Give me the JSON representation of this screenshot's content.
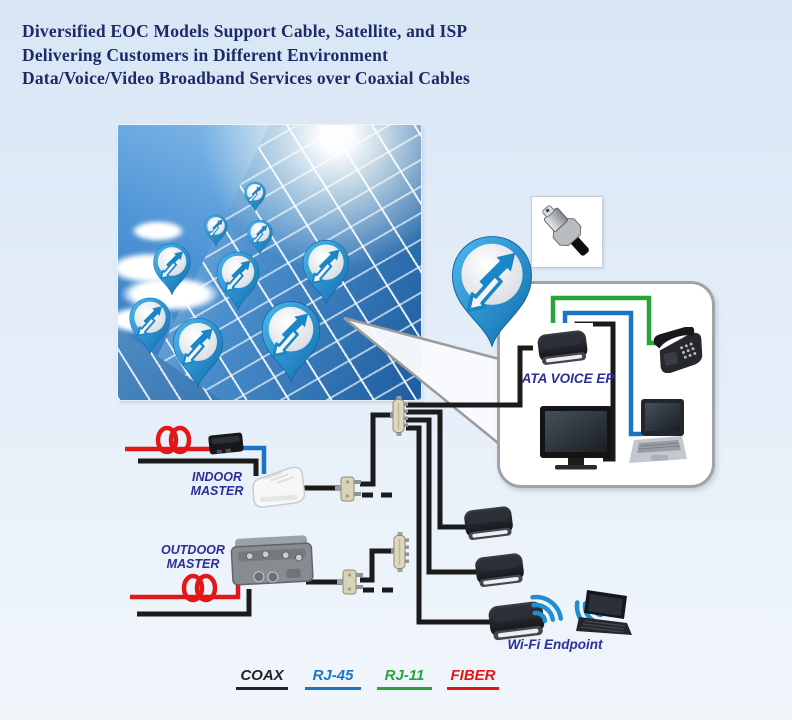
{
  "title": {
    "lines": [
      "Diversified EOC Models Support Cable, Satellite, and ISP",
      "Delivering Customers in Different Environment",
      "Data/Voice/Video Broadband Services over Coaxial Cables"
    ]
  },
  "devices": {
    "indoor_master": {
      "line1": "INDOOR",
      "line2": "MASTER"
    },
    "outdoor_master": {
      "line1": "OUTDOOR",
      "line2": "MASTER"
    },
    "ata_label": "ATA VOICE EP",
    "wifi_label": "Wi-Fi  Endpoint"
  },
  "legend": {
    "items": [
      {
        "label": "COAX",
        "color": "#222428"
      },
      {
        "label": "RJ-45",
        "color": "#1c74c8"
      },
      {
        "label": "RJ-11",
        "color": "#27a53a"
      },
      {
        "label": "FIBER",
        "color": "#e31515"
      }
    ]
  },
  "icons": {
    "location_pin": "blue map pin with transfer arrows",
    "coax_connector": "F-type coax connector",
    "wifi_signal": "blue wireless signal arcs",
    "desk_phone": "black desk telephone",
    "tv": "flat screen television",
    "laptop": "notebook computer"
  },
  "colors": {
    "background_top": "#d8e6f5",
    "title_navy": "#1c2b66",
    "label_blue": "#2a2e96",
    "pin_blue": "#1f8fd0",
    "coax_line": "#1b1b1b",
    "rj45_line": "#1c74c8",
    "rj11_line": "#27a53a",
    "fiber_line": "#e21717",
    "callout_border": "#a3a3a3"
  }
}
